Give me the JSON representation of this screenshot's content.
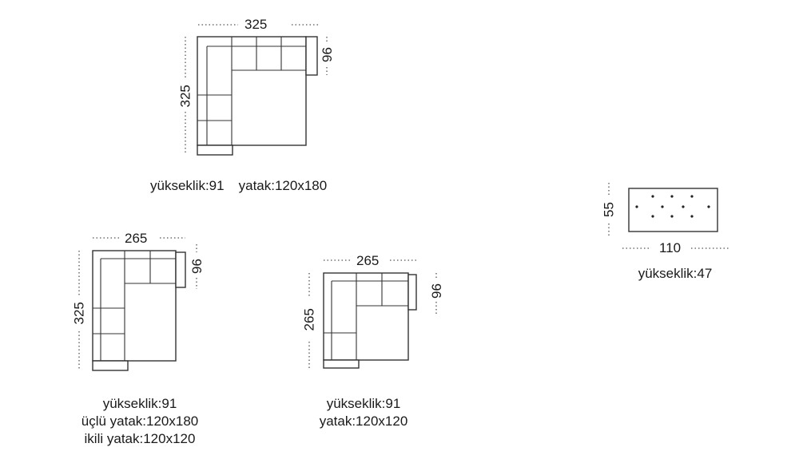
{
  "sofa1": {
    "width_label": "325",
    "height_label": "325",
    "depth_label": "96",
    "specs": [
      "yükseklik:91",
      "yatak:120x180"
    ]
  },
  "sofa2": {
    "width_label": "265",
    "height_label": "325",
    "depth_label": "96",
    "specs": [
      "yükseklik:91",
      "üçlü yatak:120x180",
      "ikili yatak:120x120"
    ]
  },
  "sofa3": {
    "width_label": "265",
    "height_label": "265",
    "depth_label": "96",
    "specs": [
      "yükseklik:91",
      "yatak:120x120"
    ]
  },
  "ottoman": {
    "width_label": "110",
    "height_label": "55",
    "specs": [
      "yükseklik:47"
    ]
  }
}
